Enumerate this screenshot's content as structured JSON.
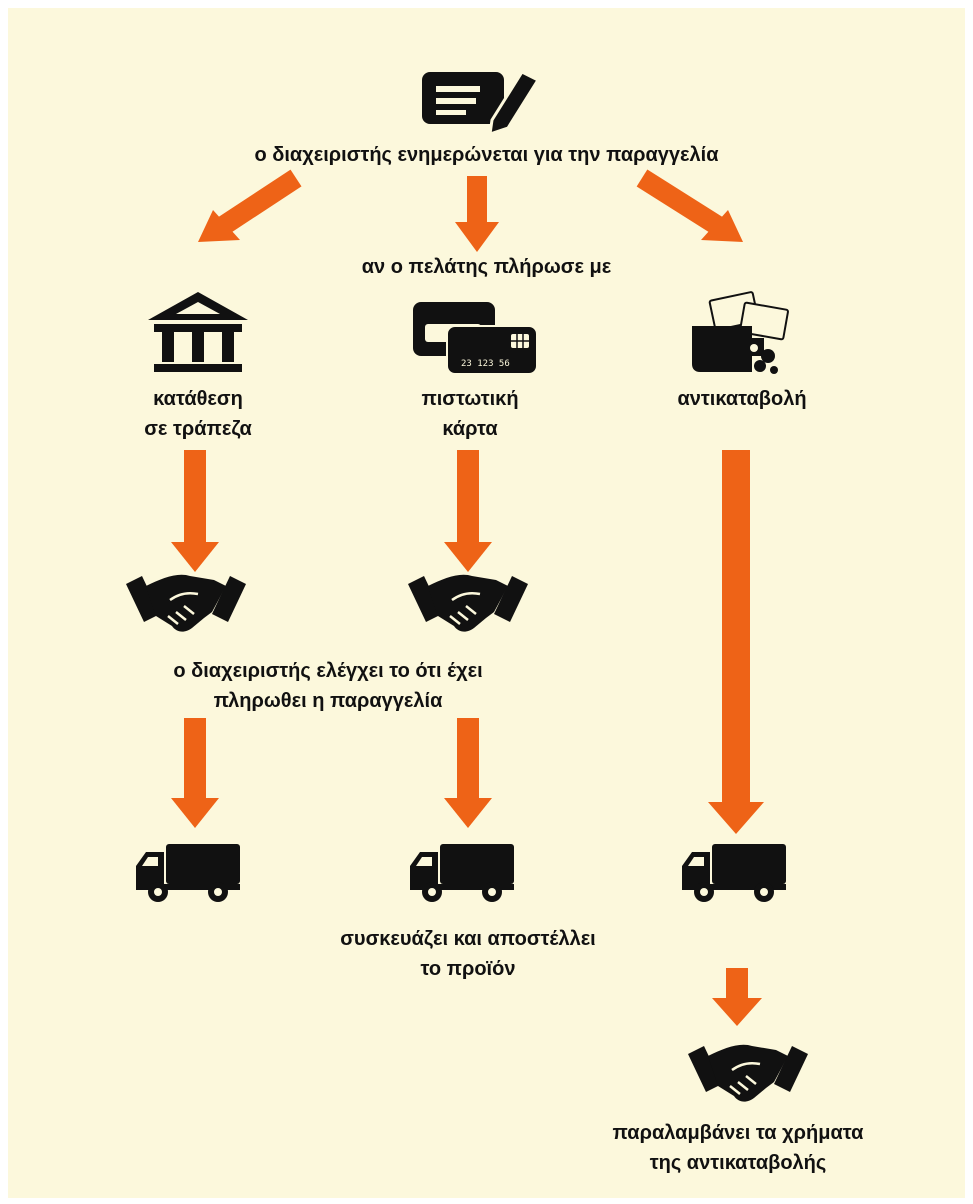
{
  "colors": {
    "background": "#fcf8dc",
    "arrow": "#ee6317",
    "ink": "#111111"
  },
  "top": {
    "icon": "order-form-pen-icon",
    "text": "ο διαχειριστής ενημερώνεται για την παραγγελία"
  },
  "condition": {
    "text": "αν ο πελάτης πλήρωσε με"
  },
  "methods": [
    {
      "icon": "bank-icon",
      "lines": [
        "κατάθεση",
        "σε τράπεζα"
      ]
    },
    {
      "icon": "credit-card-icon",
      "card_number": "23 123 56",
      "lines": [
        "πιστωτική",
        "κάρτα"
      ]
    },
    {
      "icon": "wallet-cash-icon",
      "lines": [
        "αντικαταβολή"
      ]
    }
  ],
  "verify": {
    "icon": "handshake-icon",
    "lines": [
      "ο διαχειριστής ελέγχει το ότι έχει",
      "πληρωθει η παραγγελία"
    ]
  },
  "ship": {
    "icon": "delivery-truck-icon",
    "lines": [
      "συσκευάζει και αποστέλλει",
      "το προϊόν"
    ]
  },
  "collect": {
    "icon": "handshake-icon",
    "lines": [
      "παραλαμβάνει τα χρήματα",
      "της αντικαταβολής"
    ]
  }
}
